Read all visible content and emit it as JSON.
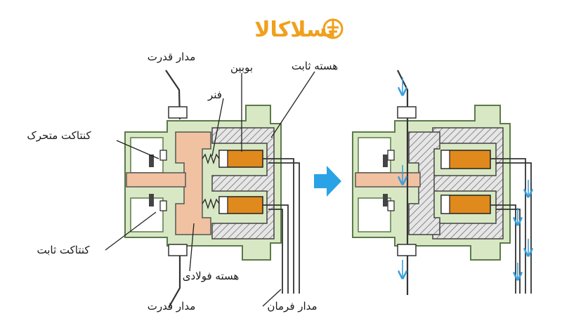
{
  "brand": {
    "name": "تسلاکالا",
    "color": "#f0a01c"
  },
  "colors": {
    "housing_fill": "#d8e8c4",
    "housing_stroke": "#5c7a4a",
    "moving_core": "#f0c2a2",
    "coil": "#e0891c",
    "arrow": "#29a3e6",
    "current_arrow": "#3aa0dc"
  },
  "labels": {
    "power_circuit_top": "مدار قدرت",
    "coil": "بوبین",
    "fixed_core": "هسته ثابت",
    "spring": "فنر",
    "moving_contact": "کنتاکت متحرک",
    "fixed_contact": "کنتاکت ثابت",
    "steel_core": "هسته فولادی",
    "power_circuit_bottom": "مدار قدرت",
    "control_circuit": "مدار فرمان"
  }
}
